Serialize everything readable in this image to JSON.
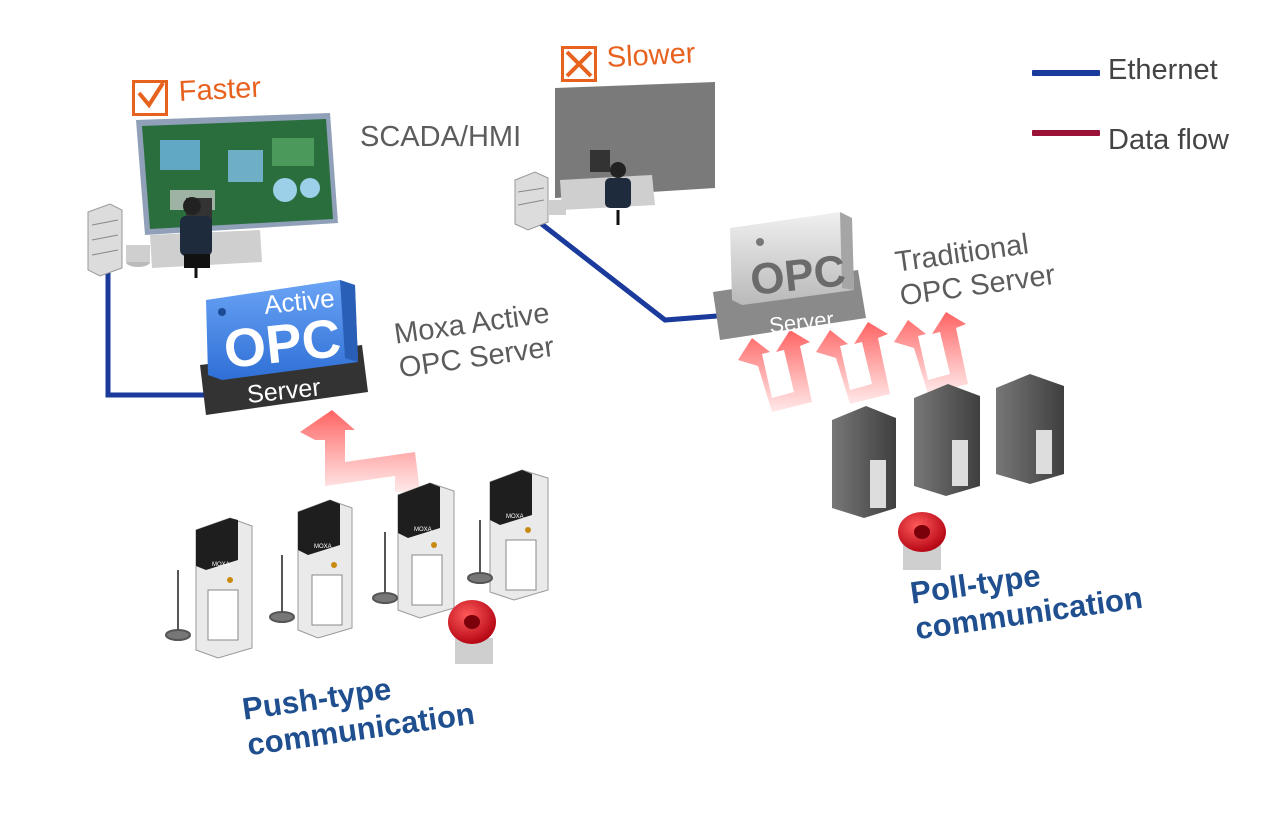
{
  "legend": {
    "ethernet": "Ethernet",
    "data_flow": "Data flow",
    "ethernet_color": "#1a3a9c",
    "data_flow_color": "#9b1239"
  },
  "left": {
    "status_label": "Faster",
    "status_icon": "checkmark-icon",
    "scada_label": "SCADA/HMI",
    "server_name_line1": "Moxa Active",
    "server_name_line2": "OPC Server",
    "server_box": {
      "top": "Active",
      "middle": "OPC",
      "bottom": "Server"
    },
    "device_brand": "MOXA",
    "communication_line1": "Push-type",
    "communication_line2": "communication"
  },
  "right": {
    "status_label": "Slower",
    "status_icon": "cross-box-icon",
    "server_name_line1": "Traditional",
    "server_name_line2": "OPC Server",
    "server_box": {
      "middle": "OPC",
      "bottom": "Server"
    },
    "communication_line1": "Poll-type",
    "communication_line2": "communication"
  },
  "colors": {
    "accent_orange": "#e8621f",
    "text_blue": "#1f4f8f",
    "active_server_blue": "#3d7fe0",
    "arrow_red": "#ff6b6b"
  }
}
